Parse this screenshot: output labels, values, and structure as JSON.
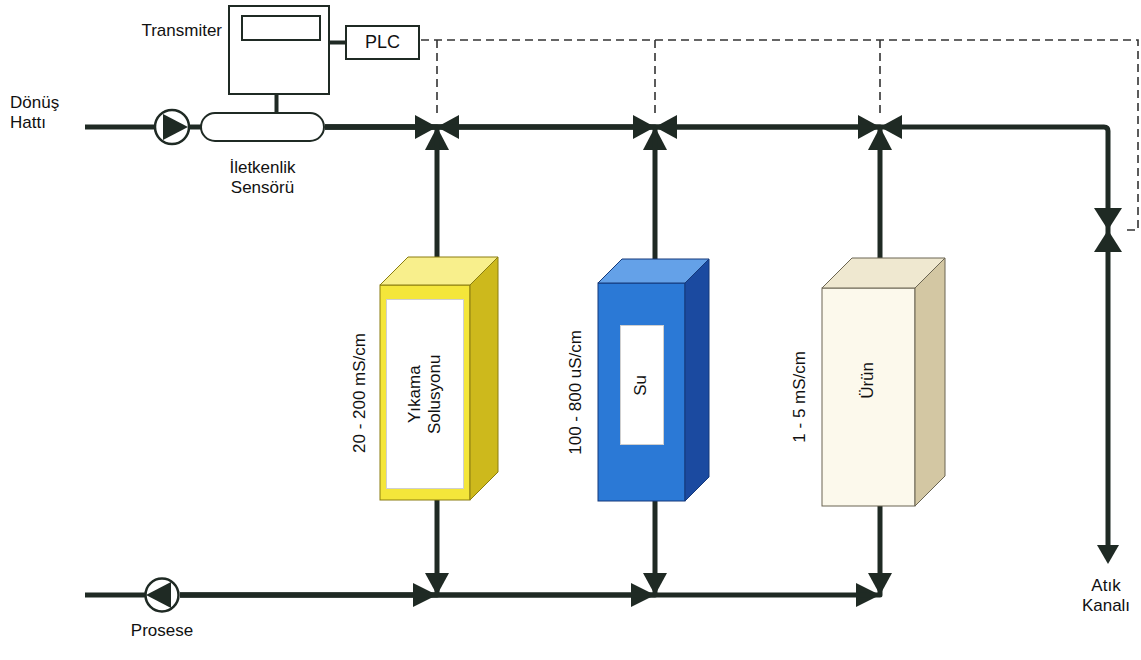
{
  "diagram": {
    "nodes": [
      {
        "text": [
          "Transmiter"
        ]
      },
      {
        "text": [
          "PLC"
        ]
      },
      {
        "text": [
          "İletkenlik Sensörü"
        ]
      },
      {
        "text": [
          "20 - 200 mS/cm",
          "Yıkama Solusyonu"
        ]
      },
      {
        "text": [
          "100 - 800 uS/cm",
          "Su"
        ]
      },
      {
        "text": [
          "1 - 5 mS/cm",
          "Ürün"
        ]
      },
      {
        "text": [
          "Prosese"
        ]
      }
    ],
    "edges": [
      {
        "from": 2,
        "to": 0,
        "arrow": "none"
      },
      {
        "from": 0,
        "to": 1,
        "arrow": "none"
      },
      {
        "from": 2,
        "to": 3,
        "arrow": "none"
      },
      {
        "from": 2,
        "to": 4,
        "arrow": "none"
      },
      {
        "from": 2,
        "to": 5,
        "arrow": "none"
      },
      {
        "from": 3,
        "to": 6,
        "arrow": "none"
      },
      {
        "from": 4,
        "to": 6,
        "arrow": "none"
      },
      {
        "from": 5,
        "to": 6,
        "arrow": "none"
      }
    ],
    "labels": [
      "Dönüş Hattı",
      "Atık Kanalı"
    ]
  }
}
